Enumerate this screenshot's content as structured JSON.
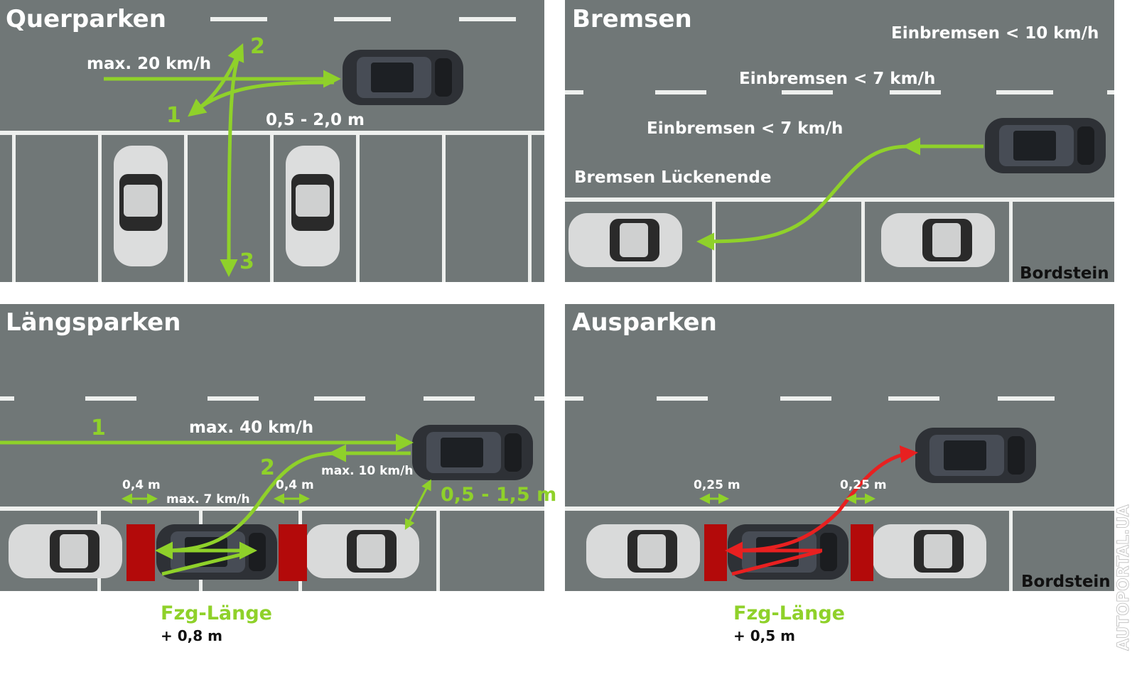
{
  "panels": {
    "querparken": {
      "title": "Querparken",
      "speed": "max. 20 km/h",
      "distance": "0,5 - 2,0 m",
      "steps": [
        "1",
        "2",
        "3"
      ]
    },
    "bremsen": {
      "title": "Bremsen",
      "labels": [
        "Einbremsen < 10 km/h",
        "Einbremsen < 7 km/h",
        "Einbremsen < 7 km/h",
        "Bremsen Lückenende"
      ],
      "curb": "Bordstein"
    },
    "laengsparken": {
      "title": "Längsparken",
      "step1": "1",
      "step2": "2",
      "speed_pass": "max. 40 km/h",
      "speed_reverse": "max. 10 km/h",
      "speed_park": "max. 7 km/h",
      "gap_left": "0,4 m",
      "gap_right": "0,4 m",
      "lateral": "0,5 - 1,5 m",
      "formula_title": "Fzg-Länge",
      "formula_add": "+ 0,8 m"
    },
    "ausparken": {
      "title": "Ausparken",
      "gap_left": "0,25 m",
      "gap_right": "0,25 m",
      "curb": "Bordstein",
      "formula_title": "Fzg-Länge",
      "formula_add": "+ 0,5 m"
    }
  },
  "watermark": "AUTOPORTAL.UA",
  "colors": {
    "road": "#707777",
    "arrow_green": "#8fd12a",
    "arrow_red": "#e82020",
    "block_red": "#b30a0a"
  }
}
